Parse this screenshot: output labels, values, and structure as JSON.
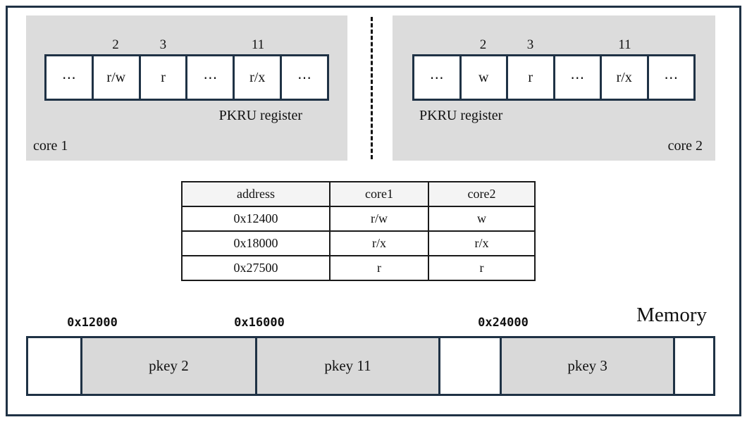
{
  "colors": {
    "frame_navy": "#1f3245",
    "panel_gray": "#dcdcdc",
    "table_header_bg": "#f4f4f4",
    "dashed_divider": "#111111"
  },
  "core1": {
    "label": "core 1",
    "register_caption": "PKRU register",
    "cells": [
      {
        "index": "",
        "value": "⋯"
      },
      {
        "index": "2",
        "value": "r/w"
      },
      {
        "index": "3",
        "value": "r"
      },
      {
        "index": "",
        "value": "⋯"
      },
      {
        "index": "11",
        "value": "r/x"
      },
      {
        "index": "",
        "value": "⋯"
      }
    ]
  },
  "core2": {
    "label": "core 2",
    "register_caption": "PKRU register",
    "cells": [
      {
        "index": "",
        "value": "⋯"
      },
      {
        "index": "2",
        "value": "w"
      },
      {
        "index": "3",
        "value": "r"
      },
      {
        "index": "",
        "value": "⋯"
      },
      {
        "index": "11",
        "value": "r/x"
      },
      {
        "index": "",
        "value": "⋯"
      }
    ]
  },
  "table": {
    "headers": [
      "address",
      "core1",
      "core2"
    ],
    "rows": [
      [
        "0x12400",
        "r/w",
        "w"
      ],
      [
        "0x18000",
        "r/x",
        "r/x"
      ],
      [
        "0x27500",
        "r",
        "r"
      ]
    ]
  },
  "memory": {
    "title": "Memory",
    "address_labels": [
      "0x12000",
      "0x16000",
      "0x24000"
    ],
    "segments": [
      {
        "label": "",
        "type": "free"
      },
      {
        "label": "pkey 2",
        "type": "pkey"
      },
      {
        "label": "pkey 11",
        "type": "pkey"
      },
      {
        "label": "",
        "type": "free"
      },
      {
        "label": "pkey 3",
        "type": "pkey"
      },
      {
        "label": "",
        "type": "free"
      }
    ]
  }
}
